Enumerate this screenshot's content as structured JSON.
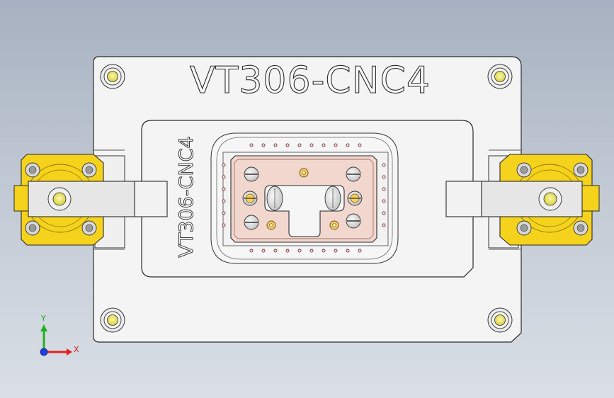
{
  "view": {
    "background_top": "#a7b1c1",
    "background_bottom": "#dadfe6"
  },
  "part": {
    "engraving_main": "VT306-CNC4",
    "engraving_side": "VT306-CNC4",
    "plate_color": "#f4f4f4",
    "insert_color": "#f2d7cf",
    "clamp_color": "#f5d21c",
    "bolt_color": "#f0ec6a"
  },
  "triad": {
    "x_label": "X",
    "y_label": "Y",
    "x_color": "#e02020",
    "y_color": "#20b020",
    "z_color": "#2040e0"
  }
}
